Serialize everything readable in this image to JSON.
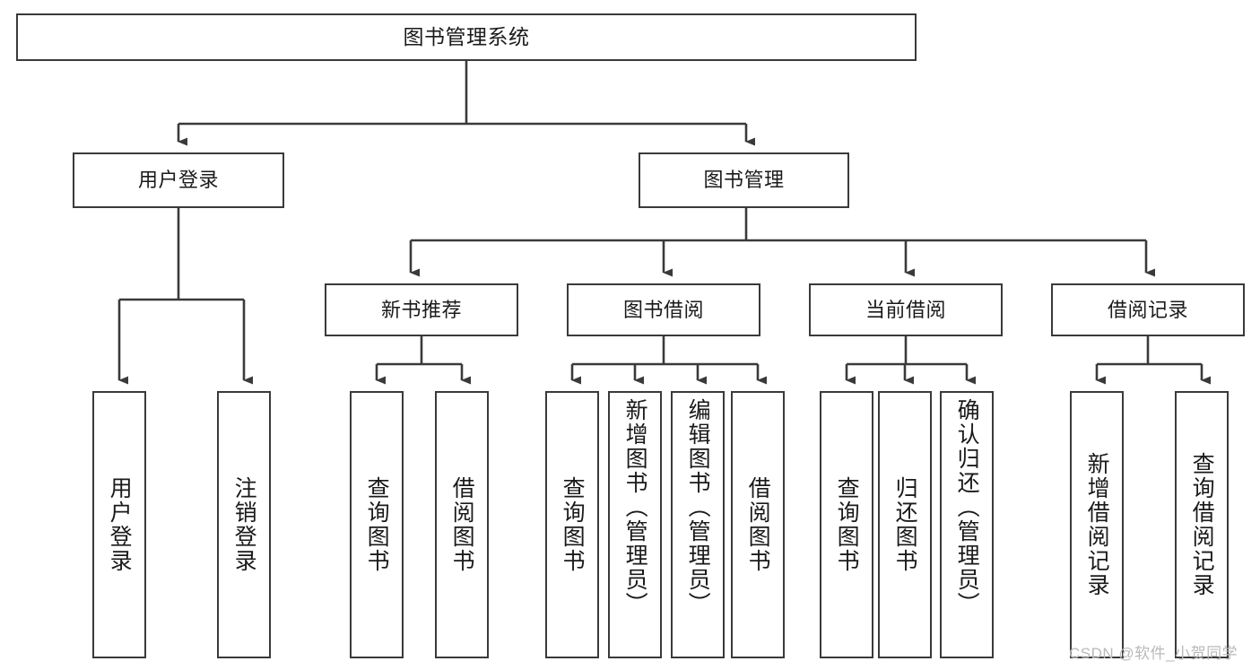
{
  "diagram": {
    "title": "图书管理系统",
    "type": "tree-hierarchy",
    "nodes": {
      "root": {
        "label": "图书管理系统"
      },
      "level2": [
        {
          "id": "user-login",
          "label": "用户登录"
        },
        {
          "id": "book-management",
          "label": "图书管理"
        }
      ],
      "level3": [
        {
          "id": "new-book-recommend",
          "label": "新书推荐"
        },
        {
          "id": "book-borrow",
          "label": "图书借阅"
        },
        {
          "id": "current-borrow",
          "label": "当前借阅"
        },
        {
          "id": "borrow-record",
          "label": "借阅记录"
        }
      ],
      "leaves": {
        "user_login": [
          {
            "id": "leaf-user-login",
            "label": "用户登录"
          },
          {
            "id": "leaf-logout",
            "label": "注销登录"
          }
        ],
        "new_book_recommend": [
          {
            "id": "leaf-query-book-1",
            "label": "查询图书"
          },
          {
            "id": "leaf-borrow-book-1",
            "label": "借阅图书"
          }
        ],
        "book_borrow": [
          {
            "id": "leaf-query-book-2",
            "label": "查询图书"
          },
          {
            "id": "leaf-add-book",
            "label": "新增图书（管理员）"
          },
          {
            "id": "leaf-edit-book",
            "label": "编辑图书（管理员）"
          },
          {
            "id": "leaf-borrow-book-2",
            "label": "借阅图书"
          }
        ],
        "current_borrow": [
          {
            "id": "leaf-query-book-3",
            "label": "查询图书"
          },
          {
            "id": "leaf-return-book",
            "label": "归还图书"
          },
          {
            "id": "leaf-confirm-return",
            "label": "确认归还（管理员）"
          }
        ],
        "borrow_record": [
          {
            "id": "leaf-add-record",
            "label": "新增借阅记录"
          },
          {
            "id": "leaf-query-record",
            "label": "查询借阅记录"
          }
        ]
      }
    },
    "watermark": "CSDN @软件_小贺同学",
    "colors": {
      "box_border": "#3a3a3a",
      "box_fill": "#ffffff",
      "connector": "#3a3a3a",
      "text": "#1a1a1a",
      "watermark": "#b9b9b9",
      "background": "#ffffff"
    }
  }
}
